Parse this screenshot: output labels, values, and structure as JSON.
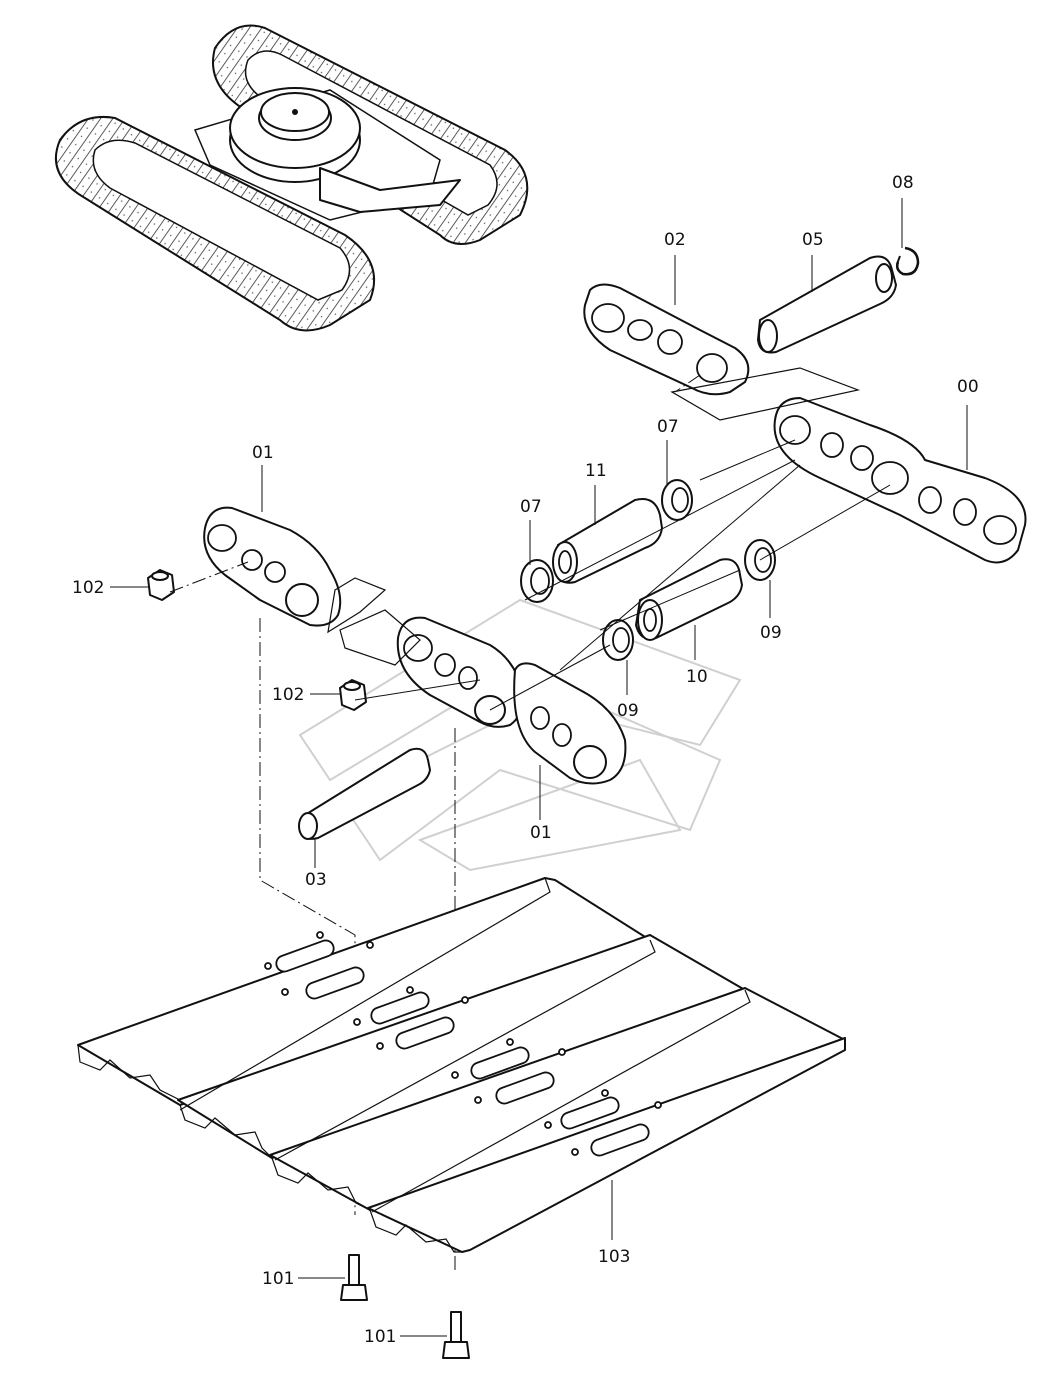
{
  "labels": {
    "l00": "00",
    "l01a": "01",
    "l01b": "01",
    "l02": "02",
    "l03": "03",
    "l05": "05",
    "l07a": "07",
    "l07b": "07",
    "l08": "08",
    "l09a": "09",
    "l09b": "09",
    "l10": "10",
    "l11": "11",
    "l101a": "101",
    "l101b": "101",
    "l102a": "102",
    "l102b": "102",
    "l103": "103"
  }
}
